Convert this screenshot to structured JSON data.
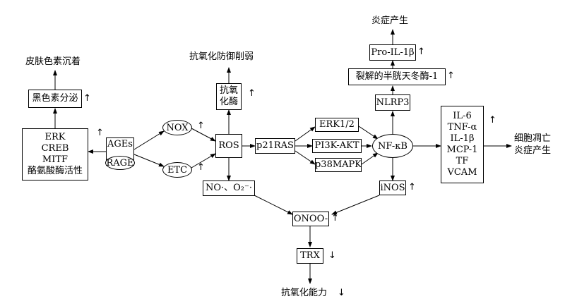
{
  "nodes": {
    "pigment_deposit": "皮肤色素沉着",
    "melanin_secretion": "黑色素分泌",
    "erk": "ERK",
    "creb": "CREB",
    "mitf": "MITF",
    "tyrosinase": "酪氨酸酶活性",
    "ages": "AGEs",
    "rage": "RAGE",
    "nox": "NOX",
    "etc": "ETC",
    "antioxidant_weakened": "抗氧化防御削弱",
    "antioxidase_1": "抗氧",
    "antioxidase_2": "化酶",
    "ros": "ROS",
    "no_o2": "NO·、O₂⁻·",
    "p21ras": "p21RAS",
    "erk12": "ERK1/2",
    "pi3k_akt": "PI3K-AKT",
    "p38mapk": "p38MAPK",
    "nfkb": "NF-κB",
    "inos": "iNOS",
    "nlrp3": "NLRP3",
    "caspase1": "裂解的半胱天冬酶-1",
    "pro_il1b": "Pro-IL-1β",
    "inflammation_top": "炎症产生",
    "cytokine_1": "IL-6",
    "cytokine_2": "TNF-α",
    "cytokine_3": "IL-1β",
    "cytokine_4": "MCP-1",
    "cytokine_5": "TF",
    "cytokine_6": "VCAM",
    "apoptosis_1": "细胞凋亡",
    "apoptosis_2": "炎症产生",
    "onoo": "ONOO-",
    "trx": "TRX",
    "antioxidant_capacity": "抗氧化能力"
  },
  "arrows": {
    "up": "↑",
    "down": "↓"
  }
}
